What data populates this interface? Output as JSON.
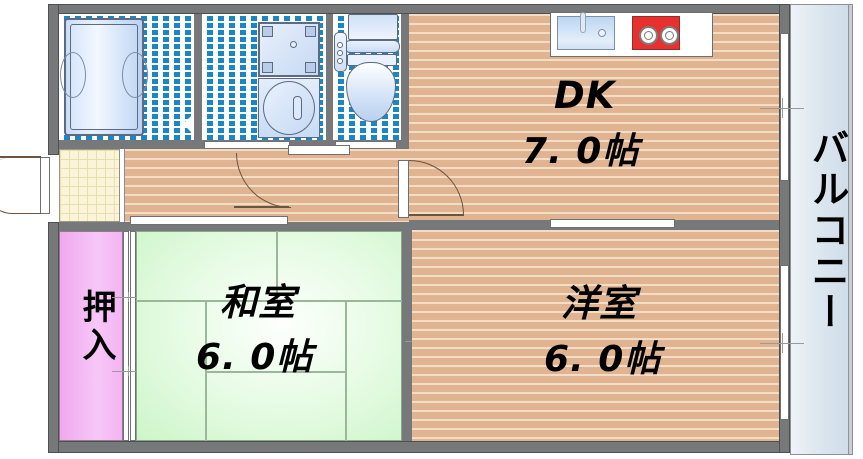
{
  "plan": {
    "type": "japanese-apartment-floorplan",
    "layout_code": "2DK",
    "rooms": [
      {
        "id": "dk",
        "name": "DK",
        "area": "7.0帖",
        "floor": "wood",
        "position": "top-right"
      },
      {
        "id": "washitsu",
        "name": "和室",
        "area": "6.0帖",
        "floor": "tatami",
        "position": "bottom-left"
      },
      {
        "id": "yoshitsu",
        "name": "洋室",
        "area": "6.0帖",
        "floor": "wood",
        "position": "bottom-right"
      }
    ],
    "spaces": [
      {
        "id": "oshiire",
        "name": "押入",
        "floor": "closet",
        "position": "bottom-far-left"
      },
      {
        "id": "balcony",
        "name": "バルコニー",
        "floor": "balcony",
        "position": "right-edge"
      },
      {
        "id": "genkan",
        "name": "",
        "floor": "tile",
        "position": "left-corridor"
      },
      {
        "id": "bath",
        "name": "",
        "floor": "blue-tile",
        "position": "top-left"
      },
      {
        "id": "washroom",
        "name": "",
        "floor": "blue-tile",
        "position": "top-center"
      },
      {
        "id": "toilet",
        "name": "",
        "floor": "blue-tile",
        "position": "top-center-right"
      }
    ],
    "fixtures": [
      {
        "id": "bathtub",
        "name": "bathtub"
      },
      {
        "id": "washing-machine",
        "name": "washing-machine-space"
      },
      {
        "id": "wash-basin",
        "name": "vanity-wash-basin"
      },
      {
        "id": "toilet",
        "name": "western-toilet"
      },
      {
        "id": "kitchen-sink",
        "name": "kitchen-sink"
      },
      {
        "id": "stove",
        "name": "two-burner-gas-stove"
      }
    ],
    "labels": {
      "dk_name": "DK",
      "dk_area": "7. 0帖",
      "washitsu_name": "和室",
      "washitsu_area": "6. 0帖",
      "yoshitsu_name": "洋室",
      "yoshitsu_area": "6. 0帖",
      "oshiire": "押入",
      "balcony": "バルコニー"
    },
    "colors": {
      "wall": "#77787a",
      "wall_outline": "#4e4f51",
      "wood_floor": "#e3b894",
      "wood_stripe": "#f3ddc6",
      "tatami": "#d6f8d2",
      "closet_pink": "#f0a8f0",
      "wet_tile_blue": "#1a86c6",
      "genkan_tile": "#fbf4d8",
      "balcony_glass": "#dae5ee",
      "stove_red": "#e8302f",
      "fixture_blue": "#cfe0f7",
      "text": "#000000"
    }
  }
}
